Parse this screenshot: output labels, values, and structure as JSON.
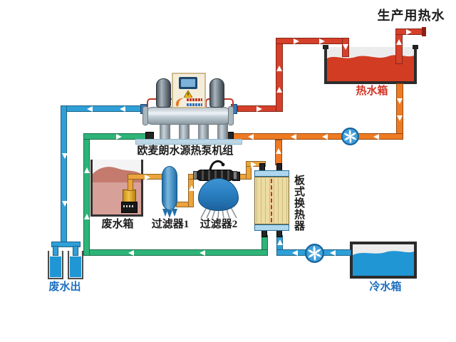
{
  "palette": {
    "pipe_red": "#d6402a",
    "pipe_orange": "#ee7a22",
    "pipe_yellow": "#eca43c",
    "pipe_green": "#2eb478",
    "pipe_blue": "#2f9fd8",
    "hot_water": "#d23c22",
    "cold_water": "#2196d4",
    "waste_water_light": "#d7a098",
    "waste_water_dark": "#c47a6d",
    "label_red": "#d43526",
    "label_blue": "#1f6fc0",
    "label_black": "#1c1c1c"
  },
  "labels": {
    "production_hot_water": "生产用热水",
    "hot_water_tank": "热水箱",
    "heat_pump_unit": "欧麦朗水源热泵机组",
    "waste_water_tank": "废水箱",
    "filter_1": "过滤器1",
    "filter_2": "过滤器2",
    "plate_heat_exchanger": "板式换热器",
    "waste_water_out": "废水出",
    "cold_water_tank": "冷水箱"
  }
}
